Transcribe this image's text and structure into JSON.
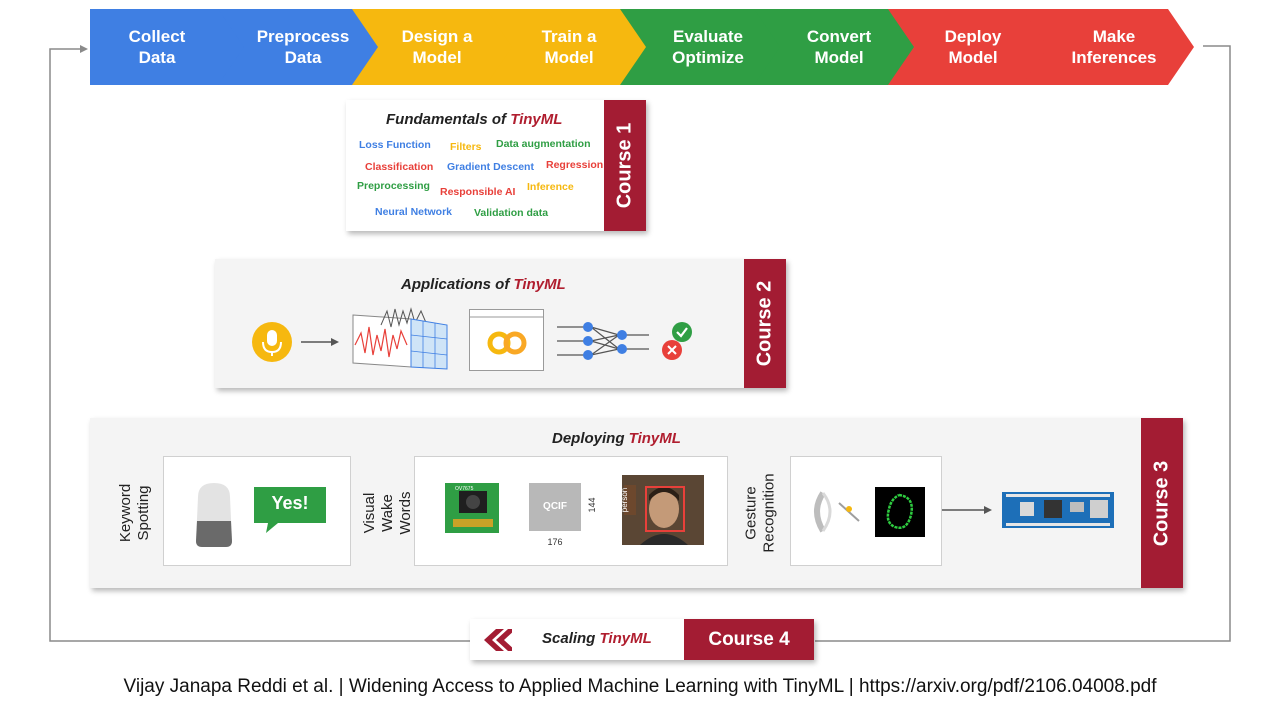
{
  "pipeline": [
    {
      "label": "Collect\nData",
      "color": "#3f7fe3"
    },
    {
      "label": "Preprocess\nData",
      "color": "#3f7fe3"
    },
    {
      "label": "Design a\nModel",
      "color": "#f6b80f"
    },
    {
      "label": "Train a\nModel",
      "color": "#f6b80f"
    },
    {
      "label": "Evaluate\nOptimize",
      "color": "#2f9e44"
    },
    {
      "label": "Convert\nModel",
      "color": "#2f9e44"
    },
    {
      "label": "Deploy\nModel",
      "color": "#e8403a"
    },
    {
      "label": "Make\nInferences",
      "color": "#e8403a"
    }
  ],
  "course1": {
    "title_prefix": "Fundamentals of ",
    "title_highlight": "TinyML",
    "tag": "Course 1",
    "keywords": [
      {
        "text": "Loss Function",
        "color": "#3f7fe3"
      },
      {
        "text": "Filters",
        "color": "#f6b80f"
      },
      {
        "text": "Data augmentation",
        "color": "#2f9e44"
      },
      {
        "text": "Classification",
        "color": "#e8403a"
      },
      {
        "text": "Gradient Descent",
        "color": "#3f7fe3"
      },
      {
        "text": "Regression",
        "color": "#e8403a"
      },
      {
        "text": "Preprocessing",
        "color": "#2f9e44"
      },
      {
        "text": "Responsible AI",
        "color": "#e8403a"
      },
      {
        "text": "Inference",
        "color": "#f6b80f"
      },
      {
        "text": "Neural Network",
        "color": "#3f7fe3"
      },
      {
        "text": "Validation data",
        "color": "#2f9e44"
      }
    ]
  },
  "course2": {
    "title_prefix": "Applications of ",
    "title_highlight": "TinyML",
    "tag": "Course 2",
    "icons": [
      "microphone-icon",
      "spectrogram-icon",
      "colab-icon",
      "neural-network-icon",
      "check-icon",
      "cross-icon"
    ]
  },
  "course3": {
    "title_prefix": "Deploying ",
    "title_highlight": "TinyML",
    "tag": "Course 3",
    "sections": [
      {
        "label": "Keyword\nSpotting",
        "bubble": "Yes!"
      },
      {
        "label": "Visual Wake\nWords",
        "qcif": "QCIF",
        "qcif_w": "176",
        "qcif_h": "144",
        "camera_label": "OV7675",
        "person_label": "person"
      },
      {
        "label": "Gesture\nRecognition"
      }
    ]
  },
  "course4": {
    "title_prefix": "Scaling ",
    "title_highlight": "TinyML",
    "tag": "Course 4"
  },
  "footer": "Vijay Janapa Reddi et al. | Widening Access to Applied Machine Learning with TinyML | https://arxiv.org/pdf/2106.04008.pdf",
  "colors": {
    "accent": "#a31c33",
    "tinyml": "#b01e2f"
  }
}
